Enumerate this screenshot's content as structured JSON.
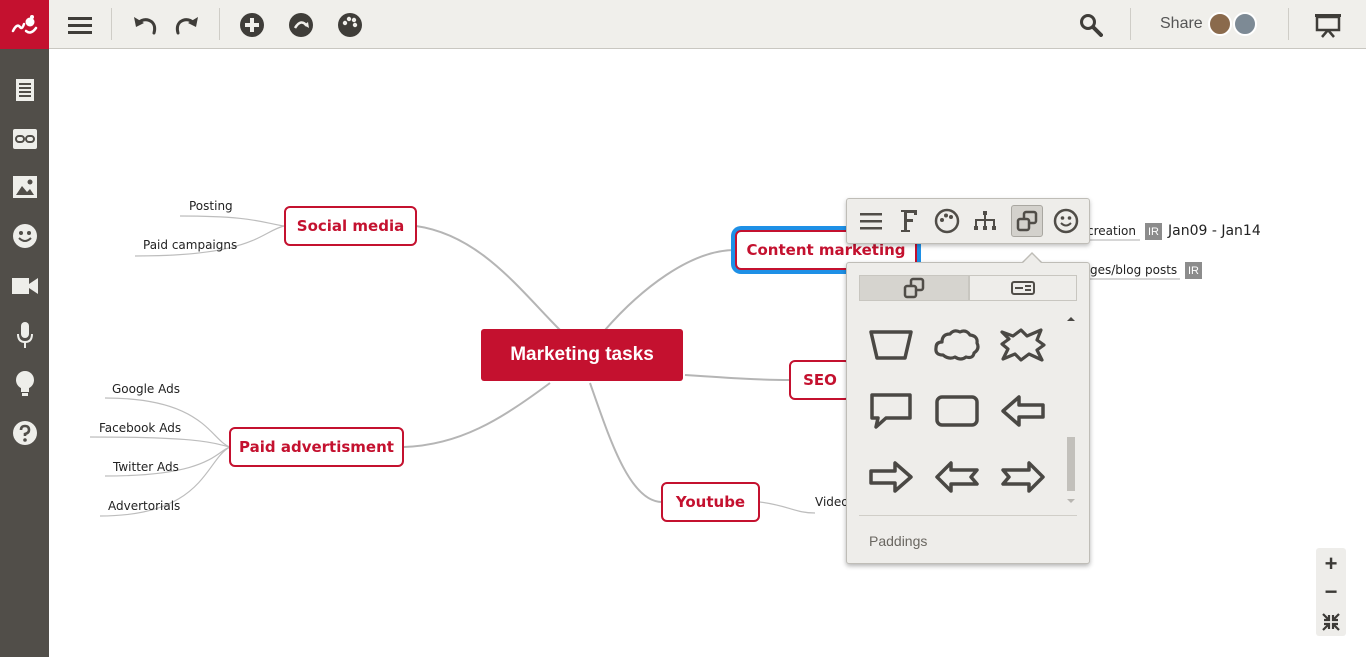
{
  "toolbar": {
    "share_label": "Share"
  },
  "mindmap": {
    "root": "Marketing tasks",
    "nodes": {
      "social_media": "Social media",
      "paid_advertisment": "Paid advertisment",
      "content_marketing": "Content marketing",
      "seo": "SEO",
      "youtube": "Youtube"
    },
    "leaves": {
      "posting": "Posting",
      "paid_campaigns": "Paid campaigns",
      "google_ads": "Google Ads",
      "facebook_ads": "Facebook Ads",
      "twitter_ads": "Twitter Ads",
      "advertorials": "Advertorials",
      "creation_partial": "creation",
      "blog_posts_partial": "ges/blog posts",
      "video_partial": "Video"
    },
    "badge_initials": "IR",
    "date_range": "Jan09 - Jan14"
  },
  "shape_panel": {
    "paddings_label": "Paddings"
  },
  "zoom": {
    "plus": "+",
    "minus": "−"
  },
  "colors": {
    "accent": "#c4112f",
    "sidebar": "#514e49",
    "topbar": "#f0efeb",
    "selection": "#1e90e6"
  }
}
